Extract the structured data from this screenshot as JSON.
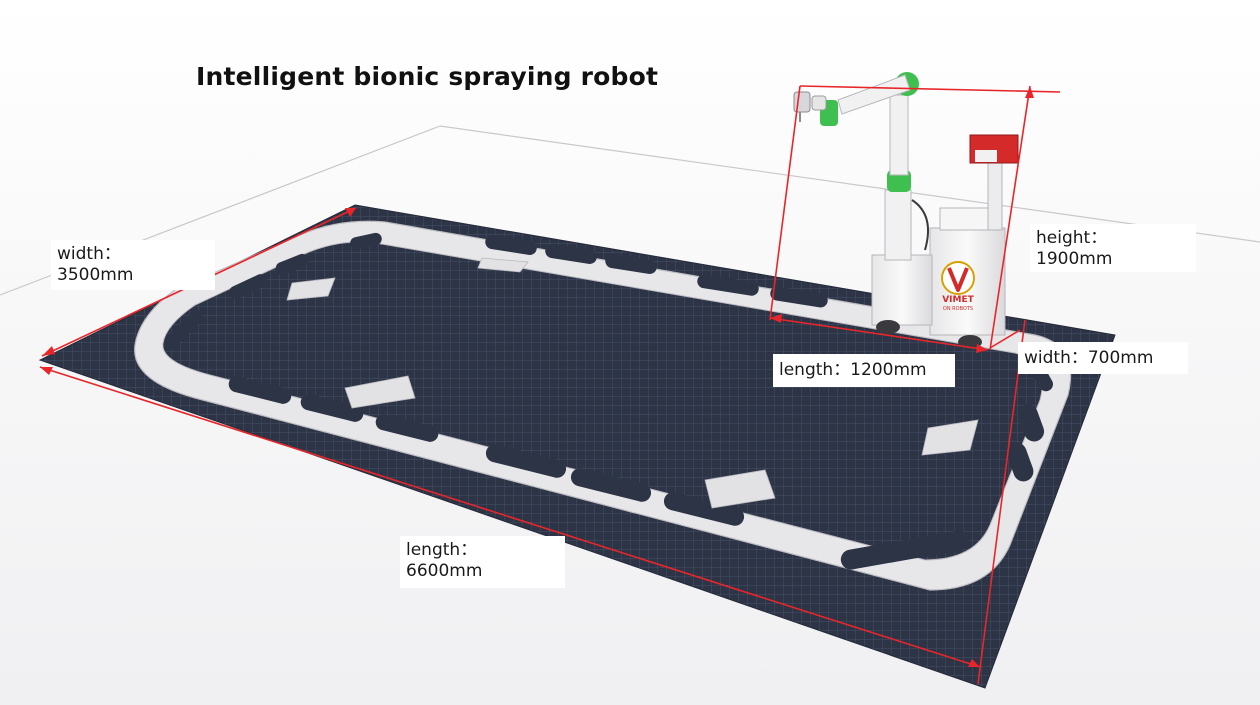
{
  "title": "Intelligent bionic spraying robot",
  "labels": {
    "field_width": {
      "name": "width：",
      "value": "3500mm"
    },
    "field_length": {
      "name": "length：",
      "value": "6600mm"
    },
    "robot_height": {
      "name": "height：",
      "value": "1900mm"
    },
    "robot_length": "length：1200mm",
    "robot_width": "width：700mm"
  },
  "logo": {
    "brand": "VIMET",
    "sub": "ON ROBOTS"
  },
  "colors": {
    "dimension_line": "#e8262a",
    "turf": "#2d3446",
    "track": "#e9e9eb",
    "robot_body": "#f2f2f2",
    "joint_green": "#3fbf4f",
    "sensor_red": "#d42a2a"
  }
}
